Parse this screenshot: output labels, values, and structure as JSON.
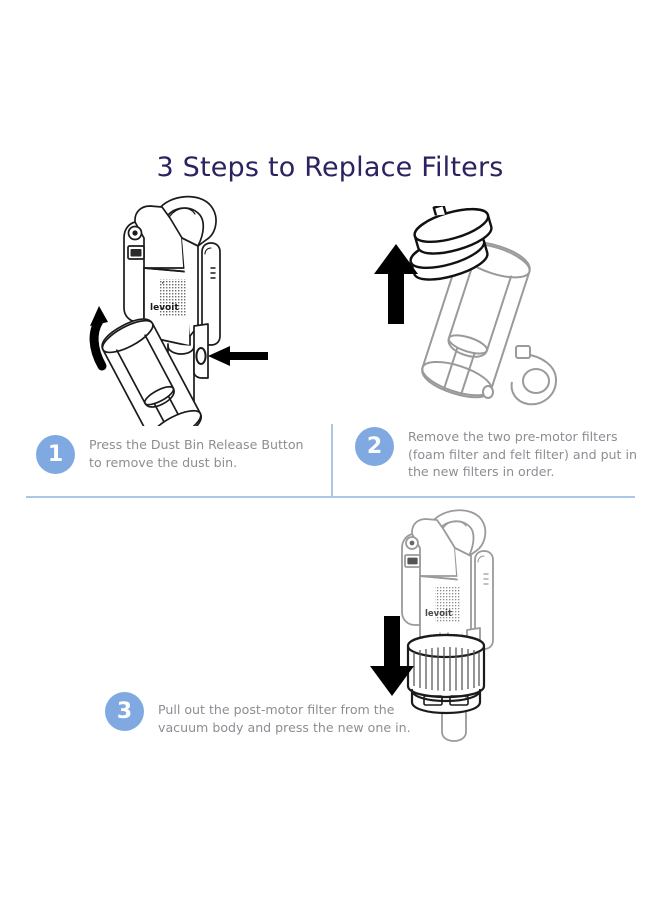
{
  "page": {
    "title": "3 Steps to Replace Filters",
    "background_color": "#ffffff",
    "title_color": "#2b2260",
    "body_text_color": "#8b8e93",
    "badge_color": "#7fa9e0",
    "divider_color": "#a9c7e9"
  },
  "brand": {
    "logo_text": "levoit"
  },
  "steps": [
    {
      "number": "1",
      "text": "Press the Dust Bin Release Button\nto remove the dust bin.",
      "illustration": "handheld-vacuum-with-dust-bin-detaching",
      "arrows": [
        "curved-rotate-arrow-left",
        "straight-arrow-left-to-release-button"
      ]
    },
    {
      "number": "2",
      "text": "Remove the two pre-motor filters\n(foam filter and felt filter) and put in\nthe new filters in order.",
      "illustration": "dust-bin-cylinder-with-two-disc-filters",
      "arrows": [
        "straight-arrow-up"
      ]
    },
    {
      "number": "3",
      "text": "Pull out the post-motor filter from the\nvacuum body and press the new one in.",
      "illustration": "vacuum-body-with-post-motor-filter",
      "arrows": [
        "straight-arrow-down"
      ]
    }
  ]
}
